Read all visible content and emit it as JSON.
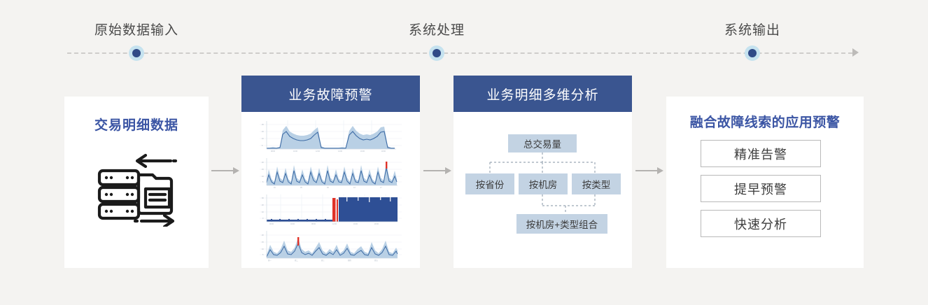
{
  "timeline": {
    "nodes": [
      {
        "label": "原始数据输入",
        "x": 195,
        "dot": "timeline-dot"
      },
      {
        "label": "系统处理",
        "x": 624,
        "dot": "timeline-dot"
      },
      {
        "label": "系统输出",
        "x": 1075,
        "dot": "timeline-dot"
      }
    ],
    "end_arrow_icon": "arrow-right-icon"
  },
  "colors": {
    "page_bg": "#f4f3f1",
    "header_blue": "#3a5590",
    "title_blue": "#3b55a4",
    "node_blue": "#c3d3e3",
    "dot_core": "#2f4a87",
    "dot_halo": "#c5e2ef",
    "connector_gray": "#b4b2b0",
    "series_line": "#3d6ba5",
    "series_band": "#b9d0e5",
    "alert_red": "#e03127",
    "block_navy": "#2e4f95"
  },
  "source_card": {
    "title": "交易明细数据",
    "icon": "server-stack-database-icon",
    "arrow_in_icon": "arrow-left-icon",
    "arrow_out_icon": "arrow-right-icon"
  },
  "warning_card": {
    "header": "业务故障预警",
    "charts": [
      {
        "name": "plateau-timeseries-chart",
        "type": "area-line"
      },
      {
        "name": "periodic-spike-timeseries-chart",
        "type": "area-line"
      },
      {
        "name": "fault-block-timeseries-chart",
        "type": "bar-block"
      },
      {
        "name": "wave-band-timeseries-chart",
        "type": "area-line"
      }
    ]
  },
  "multi_card": {
    "header": "业务明细多维分析",
    "tree": {
      "root": "总交易量",
      "branches": [
        "按省份",
        "按机房",
        "按类型"
      ],
      "leaf": "按机房+类型组合"
    }
  },
  "output_card": {
    "title": "融合故障线索的应用预警",
    "items": [
      "精准告警",
      "提早预警",
      "快速分析"
    ]
  },
  "connectors": [
    {
      "name": "connector-source-to-warning"
    },
    {
      "name": "connector-warning-to-multi"
    },
    {
      "name": "connector-multi-to-output"
    }
  ],
  "chart_data": {
    "type": "line",
    "title": "业务故障预警",
    "panels": [
      {
        "name": "plateau-timeseries-chart",
        "type": "area",
        "description": "两段宽平台状高位区间，带置信带包络",
        "x": [
          0,
          1,
          2,
          3,
          4,
          5,
          6,
          7,
          8,
          9,
          10,
          11,
          12,
          13,
          14,
          15,
          16,
          17,
          18,
          19,
          20,
          21,
          22,
          23,
          24,
          25,
          26,
          27,
          28,
          29,
          30,
          31,
          32,
          33,
          34,
          35,
          36,
          37,
          38,
          39
        ],
        "values": [
          2,
          2,
          2,
          2,
          3,
          2,
          2,
          16,
          19,
          14,
          12,
          11,
          10,
          10,
          11,
          12,
          16,
          18,
          3,
          2,
          2,
          2,
          2,
          2,
          2,
          3,
          2,
          15,
          19,
          15,
          12,
          11,
          12,
          11,
          13,
          17,
          18,
          3,
          2,
          2
        ],
        "band_upper": [
          4,
          4,
          4,
          4,
          5,
          4,
          4,
          21,
          24,
          19,
          17,
          16,
          15,
          15,
          16,
          17,
          21,
          23,
          6,
          4,
          4,
          4,
          4,
          4,
          4,
          5,
          4,
          20,
          24,
          20,
          17,
          16,
          17,
          16,
          18,
          22,
          23,
          6,
          4,
          4
        ],
        "band_lower": [
          1,
          1,
          1,
          1,
          1,
          1,
          1,
          11,
          14,
          9,
          8,
          7,
          6,
          6,
          7,
          8,
          11,
          13,
          1,
          1,
          1,
          1,
          1,
          1,
          1,
          1,
          1,
          10,
          14,
          10,
          8,
          7,
          8,
          7,
          9,
          12,
          13,
          1,
          1,
          1
        ],
        "ylim": [
          0,
          26
        ],
        "grid": true
      },
      {
        "name": "periodic-spike-timeseries-chart",
        "type": "area",
        "description": "高频周期尖峰，右端有红色告警标记",
        "x": [
          0,
          1,
          2,
          3,
          4,
          5,
          6,
          7,
          8,
          9,
          10,
          11,
          12,
          13,
          14,
          15,
          16,
          17,
          18,
          19,
          20,
          21,
          22,
          23,
          24,
          25,
          26,
          27,
          28,
          29,
          30,
          31,
          32,
          33,
          34,
          35,
          36,
          37,
          38,
          39,
          40,
          41,
          42,
          43,
          44,
          45,
          46,
          47
        ],
        "values": [
          6,
          14,
          7,
          5,
          16,
          8,
          6,
          15,
          7,
          5,
          17,
          8,
          6,
          14,
          7,
          5,
          16,
          9,
          6,
          15,
          7,
          5,
          17,
          8,
          6,
          14,
          7,
          6,
          16,
          8,
          5,
          15,
          7,
          6,
          17,
          8,
          6,
          14,
          7,
          5,
          16,
          8,
          6,
          20,
          8,
          6,
          13,
          7
        ],
        "band_upper": [
          10,
          20,
          11,
          9,
          22,
          12,
          10,
          21,
          11,
          9,
          23,
          12,
          10,
          20,
          11,
          9,
          22,
          13,
          10,
          21,
          11,
          9,
          23,
          12,
          10,
          20,
          11,
          10,
          22,
          12,
          9,
          21,
          11,
          10,
          23,
          12,
          10,
          20,
          11,
          9,
          22,
          12,
          10,
          25,
          12,
          10,
          19,
          11
        ],
        "band_lower": [
          3,
          8,
          4,
          2,
          10,
          4,
          3,
          9,
          4,
          2,
          11,
          4,
          3,
          8,
          4,
          2,
          10,
          5,
          3,
          9,
          4,
          2,
          11,
          4,
          3,
          8,
          4,
          3,
          10,
          4,
          2,
          9,
          4,
          3,
          11,
          4,
          3,
          8,
          4,
          2,
          10,
          4,
          3,
          13,
          4,
          3,
          7,
          4
        ],
        "alert_index": 43,
        "ylim": [
          0,
          26
        ],
        "grid": true
      },
      {
        "name": "fault-block-timeseries-chart",
        "type": "bar",
        "description": "左侧低平基线，中部红色告警柱，右侧深蓝高位故障区块",
        "x": [
          0,
          1,
          2,
          3,
          4,
          5,
          6,
          7,
          8,
          9,
          10,
          11,
          12,
          13,
          14,
          15,
          16,
          17,
          18,
          19,
          20,
          21,
          22,
          23,
          24,
          25,
          26,
          27,
          28,
          29,
          30,
          31,
          32,
          33,
          34,
          35,
          36,
          37,
          38,
          39
        ],
        "values": [
          1,
          1,
          1,
          1,
          1,
          1,
          1,
          1,
          1,
          1,
          1,
          1,
          1,
          1,
          1,
          1,
          1,
          1,
          1,
          1,
          1,
          22,
          2,
          24,
          24,
          24,
          23,
          24,
          24,
          22,
          24,
          24,
          23,
          24,
          24,
          22,
          24,
          24,
          23,
          24
        ],
        "alert_index": 21,
        "block_start_index": 23,
        "ylim": [
          0,
          26
        ],
        "grid": true
      },
      {
        "name": "wave-band-timeseries-chart",
        "type": "area",
        "description": "起伏波动带，左中部有红色告警尖峰",
        "x": [
          0,
          1,
          2,
          3,
          4,
          5,
          6,
          7,
          8,
          9,
          10,
          11,
          12,
          13,
          14,
          15,
          16,
          17,
          18,
          19,
          20,
          21,
          22,
          23,
          24,
          25,
          26,
          27,
          28,
          29,
          30,
          31,
          32,
          33,
          34,
          35,
          36,
          37,
          38,
          39
        ],
        "values": [
          5,
          12,
          7,
          6,
          9,
          16,
          8,
          7,
          10,
          18,
          9,
          7,
          8,
          6,
          10,
          15,
          8,
          6,
          9,
          7,
          12,
          6,
          8,
          14,
          7,
          6,
          9,
          11,
          7,
          6,
          13,
          8,
          6,
          9,
          16,
          7,
          6,
          10,
          8,
          6
        ],
        "band_upper": [
          9,
          17,
          11,
          10,
          14,
          21,
          12,
          11,
          15,
          23,
          13,
          11,
          12,
          10,
          15,
          20,
          12,
          10,
          13,
          11,
          17,
          10,
          12,
          19,
          11,
          10,
          13,
          16,
          11,
          10,
          18,
          12,
          10,
          13,
          21,
          11,
          10,
          15,
          12,
          10
        ],
        "band_lower": [
          2,
          7,
          3,
          2,
          5,
          11,
          4,
          3,
          6,
          13,
          5,
          3,
          4,
          2,
          6,
          10,
          4,
          2,
          5,
          3,
          7,
          2,
          4,
          9,
          3,
          2,
          5,
          6,
          3,
          2,
          8,
          4,
          2,
          5,
          11,
          3,
          2,
          6,
          4,
          2
        ],
        "alert_index": 9,
        "ylim": [
          0,
          26
        ],
        "grid": true
      }
    ]
  }
}
